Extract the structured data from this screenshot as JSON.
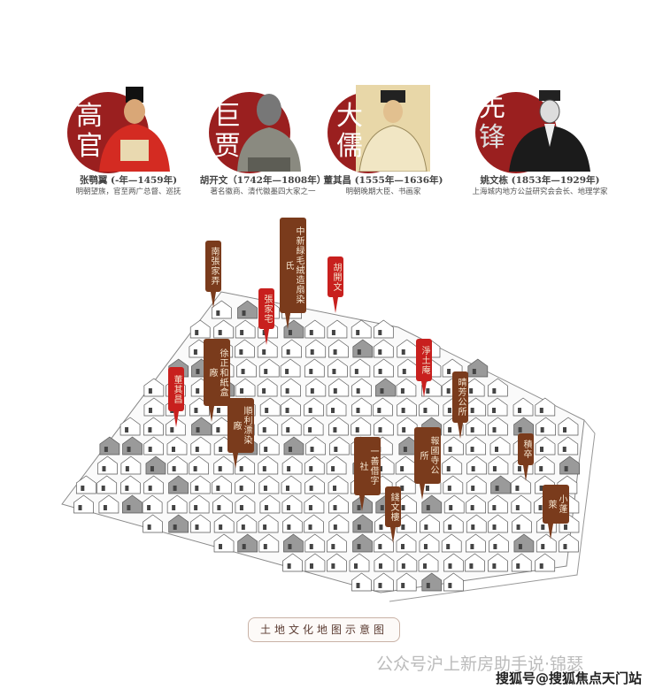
{
  "figures": [
    {
      "char1": "高",
      "char2": "官",
      "name": "张鹗翼 (-年—1459年)",
      "desc": "明朝望族，官至两广总督、巡抚"
    },
    {
      "char1": "巨",
      "char2": "贾",
      "name": "胡开文（1742年—1808年）",
      "desc": "著名徽商、清代徽墨四大家之一"
    },
    {
      "char1": "大",
      "char2": "儒",
      "name": "董其昌 (1555年—1636年)",
      "desc": "明朝晚期大臣、书画家"
    },
    {
      "char1": "先",
      "char2": "锋",
      "name": "姚文栋 (1853年—1929年)",
      "desc": "上海城内地方公益研究会会长、地理学家"
    }
  ],
  "labels": [
    {
      "text": "南張家弄",
      "color": "brown"
    },
    {
      "text": "中新緑毛絨造扇染氏",
      "color": "brown"
    },
    {
      "text": "張家宅",
      "color": "red"
    },
    {
      "text": "胡開文",
      "color": "red"
    },
    {
      "text": "徐正和紙盒廠",
      "color": "brown"
    },
    {
      "text": "董其昌",
      "color": "red"
    },
    {
      "text": "順利漂染廠",
      "color": "brown"
    },
    {
      "text": "淨土庵",
      "color": "red"
    },
    {
      "text": "晴芳公所",
      "color": "brown"
    },
    {
      "text": "報國寺公所",
      "color": "brown"
    },
    {
      "text": "一善借字社",
      "color": "brown"
    },
    {
      "text": "錢文樓",
      "color": "brown"
    },
    {
      "text": "積卒",
      "color": "brown"
    },
    {
      "text": "小蓬萊",
      "color": "brown"
    }
  ],
  "caption": "土地文化地图示意图",
  "watermark": "公众号沪上新房助手说·锦瑟",
  "source": "搜狐号@搜狐焦点天门站",
  "colors": {
    "red": "#c8201e",
    "brown": "#7a3b1c",
    "circle": "#9a1f1f"
  }
}
